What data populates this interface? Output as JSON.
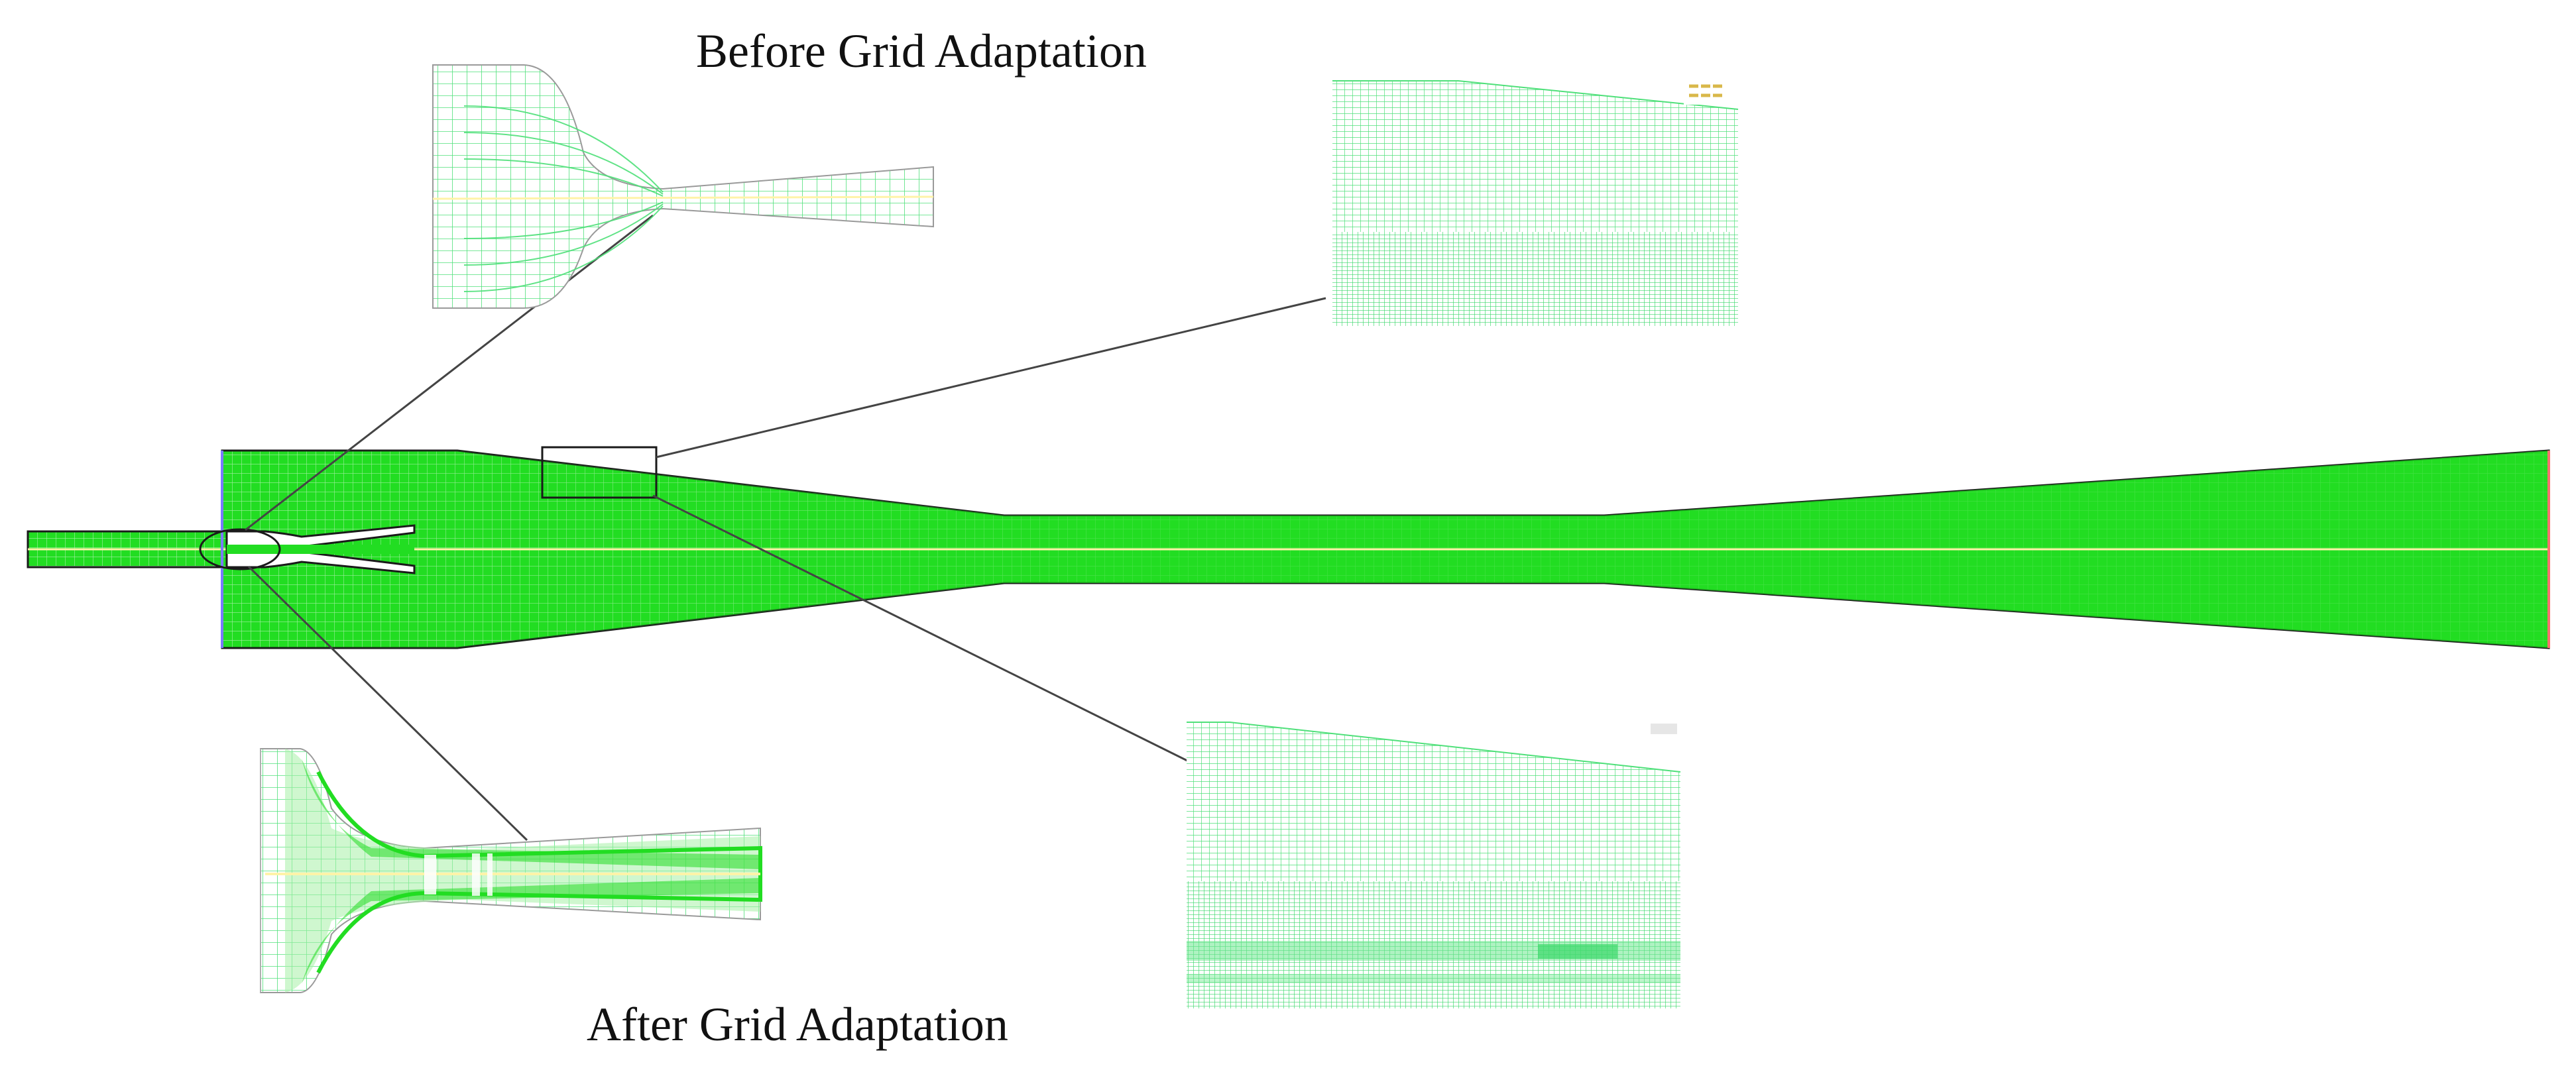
{
  "captions": {
    "before": "Before Grid Adaptation",
    "after": "After Grid Adaptation"
  },
  "colors": {
    "mesh_fill": "#22dd22",
    "mesh_dense": "#3df23d",
    "grid_line": "#4fe07a",
    "grid_faint": "#b8f5c6",
    "centerline": "#fff3a8",
    "outline": "#1a1a1a",
    "leader": "#444444",
    "frame": "#888888"
  },
  "icons": {
    "inset_logo": "ansys-logo"
  }
}
